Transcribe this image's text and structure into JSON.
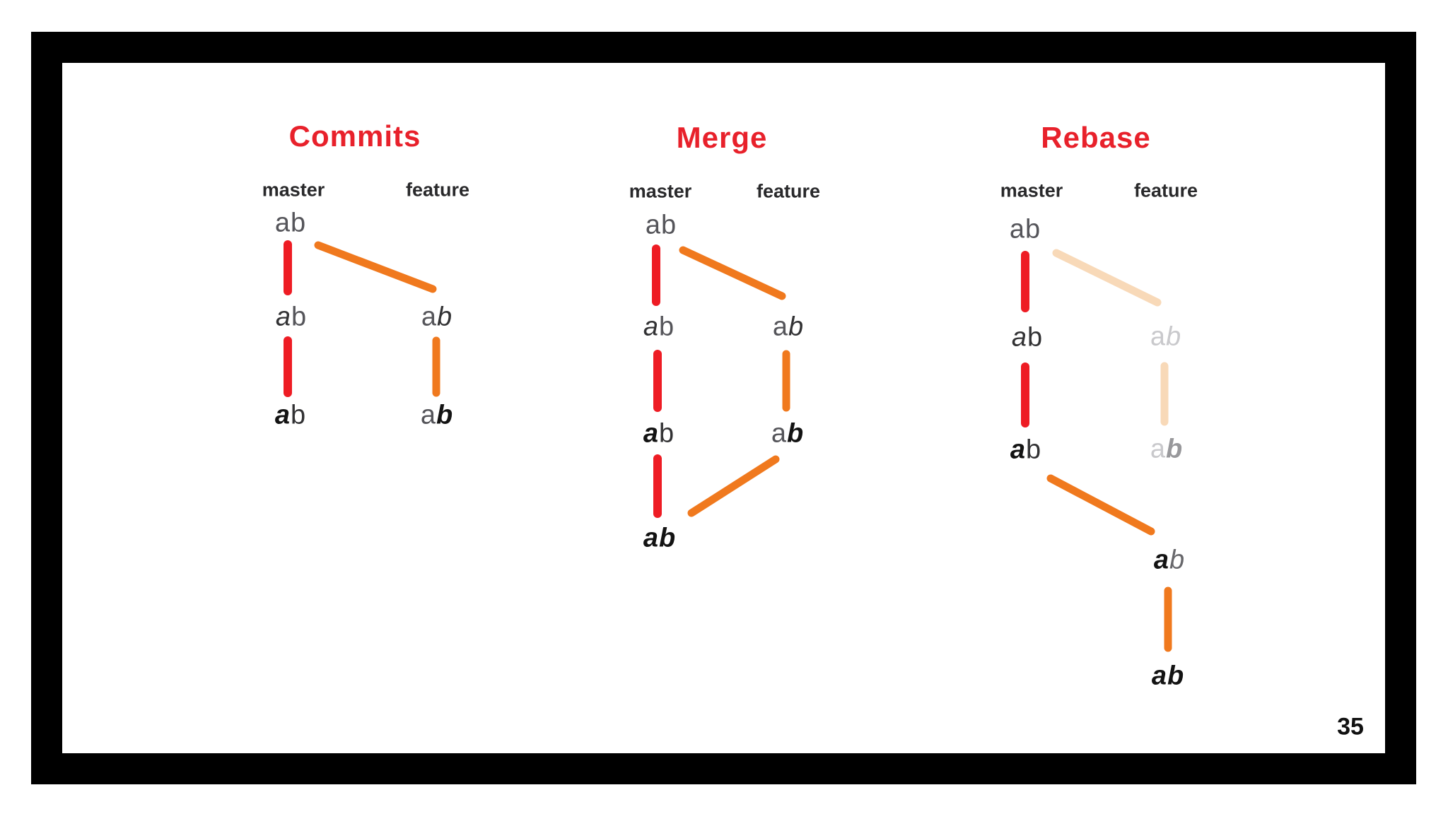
{
  "slide": {
    "page_number": "35"
  },
  "colors": {
    "frame_black": "#000000",
    "title_red": "#e8212b",
    "line_red": "#ee1c24",
    "line_orange": "#f0791e",
    "line_orange_faded": "#f8d9b8",
    "header_black": "#29292b",
    "node_gray": "#55555a",
    "node_dark": "#323234",
    "node_black": "#131313",
    "node_light": "#c9c9cc",
    "node_mid_gray": "#98989b",
    "node_slate": "#67676b",
    "page_number_black": "#111111"
  },
  "diagrams": [
    {
      "title": "Commits",
      "columns": [
        {
          "label": "master"
        },
        {
          "label": "feature"
        }
      ],
      "nodes": [
        {
          "branch": "master",
          "letters": [
            {
              "text": "a",
              "emphasis": "plain"
            },
            {
              "text": "b",
              "emphasis": "plain"
            }
          ]
        },
        {
          "branch": "master",
          "letters": [
            {
              "text": "a",
              "emphasis": "italic"
            },
            {
              "text": "b",
              "emphasis": "plain"
            }
          ]
        },
        {
          "branch": "master",
          "letters": [
            {
              "text": "a",
              "emphasis": "bold-italic"
            },
            {
              "text": "b",
              "emphasis": "plain"
            }
          ]
        },
        {
          "branch": "feature",
          "letters": [
            {
              "text": "a",
              "emphasis": "plain"
            },
            {
              "text": "b",
              "emphasis": "italic"
            }
          ]
        },
        {
          "branch": "feature",
          "letters": [
            {
              "text": "a",
              "emphasis": "plain"
            },
            {
              "text": "b",
              "emphasis": "bold-italic"
            }
          ]
        }
      ]
    },
    {
      "title": "Merge",
      "columns": [
        {
          "label": "master"
        },
        {
          "label": "feature"
        }
      ],
      "nodes": [
        {
          "branch": "master",
          "letters": [
            {
              "text": "a",
              "emphasis": "plain"
            },
            {
              "text": "b",
              "emphasis": "plain"
            }
          ]
        },
        {
          "branch": "master",
          "letters": [
            {
              "text": "a",
              "emphasis": "italic"
            },
            {
              "text": "b",
              "emphasis": "plain"
            }
          ]
        },
        {
          "branch": "master",
          "letters": [
            {
              "text": "a",
              "emphasis": "bold-italic"
            },
            {
              "text": "b",
              "emphasis": "plain"
            }
          ]
        },
        {
          "branch": "master",
          "letters": [
            {
              "text": "a",
              "emphasis": "bold-italic"
            },
            {
              "text": "b",
              "emphasis": "bold-italic"
            }
          ]
        },
        {
          "branch": "feature",
          "letters": [
            {
              "text": "a",
              "emphasis": "plain"
            },
            {
              "text": "b",
              "emphasis": "italic"
            }
          ]
        },
        {
          "branch": "feature",
          "letters": [
            {
              "text": "a",
              "emphasis": "plain"
            },
            {
              "text": "b",
              "emphasis": "bold-italic"
            }
          ]
        }
      ]
    },
    {
      "title": "Rebase",
      "columns": [
        {
          "label": "master"
        },
        {
          "label": "feature"
        }
      ],
      "nodes": [
        {
          "branch": "master",
          "letters": [
            {
              "text": "a",
              "emphasis": "plain"
            },
            {
              "text": "b",
              "emphasis": "plain"
            }
          ]
        },
        {
          "branch": "master",
          "letters": [
            {
              "text": "a",
              "emphasis": "italic"
            },
            {
              "text": "b",
              "emphasis": "plain"
            }
          ]
        },
        {
          "branch": "master",
          "letters": [
            {
              "text": "a",
              "emphasis": "bold-italic"
            },
            {
              "text": "b",
              "emphasis": "plain"
            }
          ]
        },
        {
          "branch": "feature-faded",
          "letters": [
            {
              "text": "a",
              "emphasis": "plain-faded"
            },
            {
              "text": "b",
              "emphasis": "italic-faded"
            }
          ]
        },
        {
          "branch": "feature-faded",
          "letters": [
            {
              "text": "a",
              "emphasis": "plain-faded"
            },
            {
              "text": "b",
              "emphasis": "bold-italic-faded"
            }
          ]
        },
        {
          "branch": "feature",
          "letters": [
            {
              "text": "a",
              "emphasis": "bold-italic"
            },
            {
              "text": "b",
              "emphasis": "italic"
            }
          ]
        },
        {
          "branch": "feature",
          "letters": [
            {
              "text": "a",
              "emphasis": "bold-italic"
            },
            {
              "text": "b",
              "emphasis": "bold-italic"
            }
          ]
        }
      ]
    }
  ]
}
